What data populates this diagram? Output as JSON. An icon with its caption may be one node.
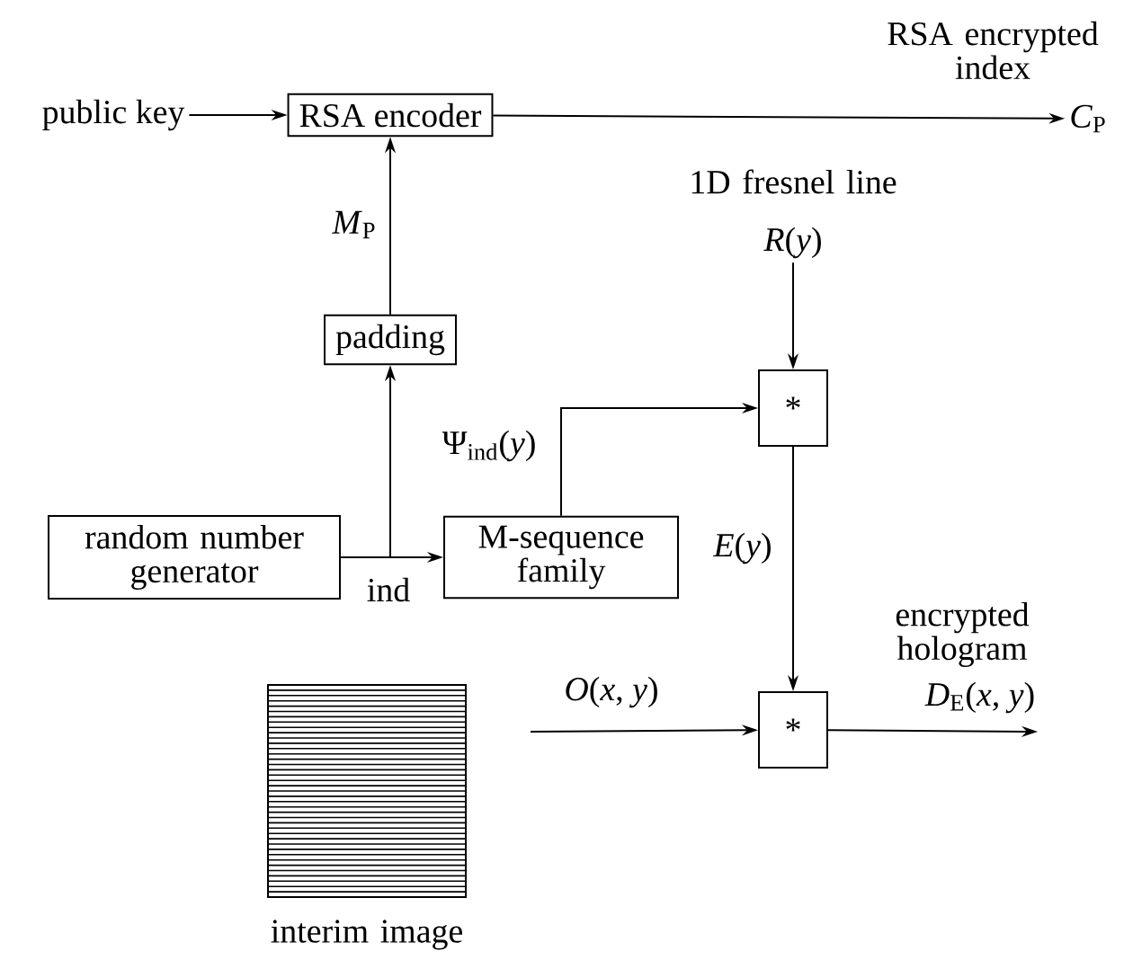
{
  "diagram": {
    "nodes": [
      {
        "text": [
          "public key"
        ]
      },
      {
        "text": [
          "RSA encoder"
        ]
      },
      {
        "text": [
          "*C*$_{P}$"
        ],
        "beside": [
          "RSA encrypted index"
        ]
      },
      {
        "text": [
          "padding"
        ]
      },
      {
        "text": [
          "random number generator"
        ]
      },
      {
        "text": [
          "M-sequence family"
        ]
      },
      {
        "text": [
          "*"
        ]
      },
      {
        "text": [
          "*R*(*y*)"
        ],
        "beside": [
          "1D fresnel line"
        ]
      },
      {
        "text": [
          "*"
        ]
      },
      {
        "text": [],
        "shape": "picture",
        "beside": [
          "interim image"
        ]
      }
    ],
    "edges": [
      {
        "from": 0,
        "to": 1,
        "arrow": "to"
      },
      {
        "from": 1,
        "to": 2,
        "arrow": "to"
      },
      {
        "from": 3,
        "to": 1,
        "arrow": "to",
        "label": "*M*$_{P}$"
      },
      {
        "from": 4,
        "to": 3,
        "arrow": "to"
      },
      {
        "from": 4,
        "to": 5,
        "arrow": "to",
        "label": "ind"
      },
      {
        "from": 5,
        "to": 6,
        "arrow": "to",
        "label": "Ψ$_{ind}$(*y*)"
      },
      {
        "from": 7,
        "to": 6,
        "arrow": "to"
      },
      {
        "from": 6,
        "to": 8,
        "arrow": "to",
        "label": "*E*(*y*)"
      },
      {
        "from": null,
        "to": 8,
        "arrow": "to",
        "label": "*O*(*x*, *y*)"
      },
      {
        "from": 8,
        "to": null,
        "arrow": "to",
        "label": "*D*$_{E}$(*x*, *y*)"
      }
    ],
    "labels": [
      "encrypted hologram"
    ]
  }
}
